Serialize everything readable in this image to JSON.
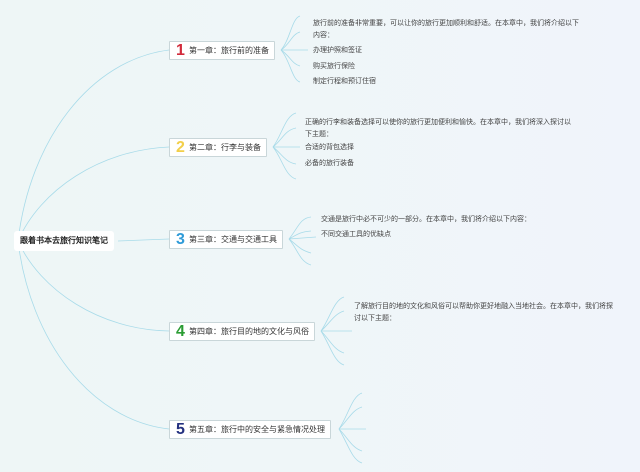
{
  "root": {
    "title": "跟着书本去旅行知识笔记"
  },
  "colors": {
    "link": "#a8dbe9",
    "chapter_1": "#d22b3c",
    "chapter_2": "#f2cf4a",
    "chapter_3": "#2f9bd8",
    "chapter_4": "#2a9c33",
    "chapter_5": "#23307f"
  },
  "chapters": [
    {
      "number": "1",
      "label": "第一章：旅行前的准备",
      "leaves": [
        "旅行前的准备非常重要，可以让你的旅行更加顺利和舒适。在本章中，我们将介绍以下内容：",
        "办理护照和签证",
        "购买旅行保险",
        "制定行程和预订住宿"
      ]
    },
    {
      "number": "2",
      "label": "第二章：行李与装备",
      "leaves": [
        "正确的行李和装备选择可以使你的旅行更加便利和愉快。在本章中，我们将深入探讨以下主题：",
        "合适的背包选择",
        "必备的旅行装备"
      ]
    },
    {
      "number": "3",
      "label": "第三章：交通与交通工具",
      "leaves": [
        "交通是旅行中必不可少的一部分。在本章中，我们将介绍以下内容：",
        "不同交通工具的优缺点"
      ]
    },
    {
      "number": "4",
      "label": "第四章：旅行目的地的文化与风俗",
      "leaves": [
        "了解旅行目的地的文化和风俗可以帮助你更好地融入当地社会。在本章中，我们将探讨以下主题："
      ]
    },
    {
      "number": "5",
      "label": "第五章：旅行中的安全与紧急情况处理",
      "leaves": []
    }
  ]
}
